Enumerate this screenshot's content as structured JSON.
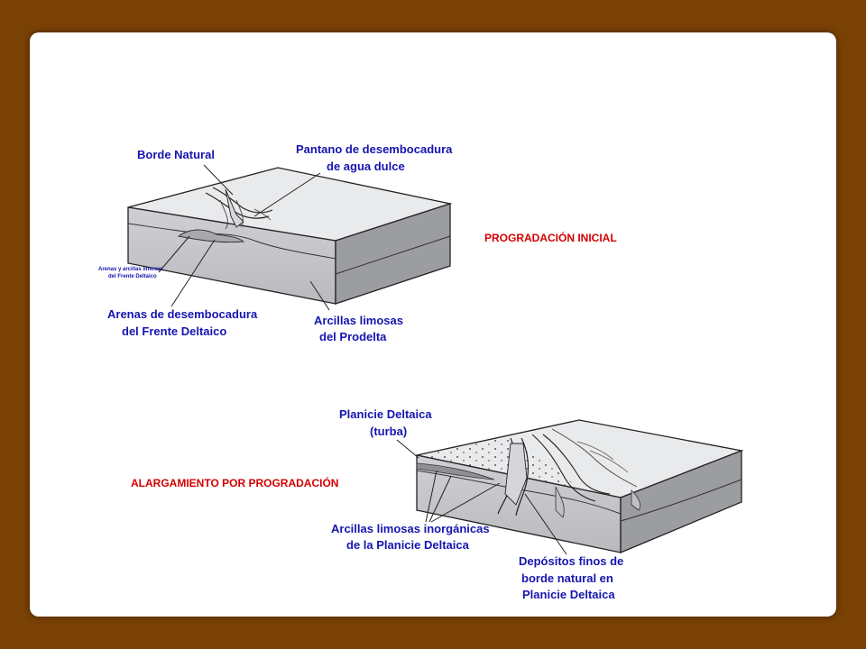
{
  "colors": {
    "background": "#7a4105",
    "slide": "#ffffff",
    "label_blue": "#1515b0",
    "title_red": "#d40000"
  },
  "diagram1": {
    "title": "PROGRADACIÓN INICIAL",
    "labels": {
      "borde_natural": "Borde Natural",
      "pantano_1": "Pantano de desembocadura",
      "pantano_2": "de agua dulce",
      "arenas_small_1": "Arenas y arcillas limosas",
      "arenas_small_2": "del Frente Deltaico",
      "arenas_1": "Arenas de desembocadura",
      "arenas_2": "del Frente Deltaico",
      "arcillas_1": "Arcillas limosas",
      "arcillas_2": "del Prodelta"
    }
  },
  "diagram2": {
    "title": "ALARGAMIENTO POR PROGRADACIÓN",
    "labels": {
      "planicie_1": "Planicie Deltaica",
      "planicie_2": "(turba)",
      "arcillas_1": "Arcillas limosas inorgánicas",
      "arcillas_2": "de la Planicie Deltaica",
      "depositos_1": "Depósitos finos de",
      "depositos_2": "borde natural en",
      "depositos_3": "Planicie Deltaica"
    }
  }
}
